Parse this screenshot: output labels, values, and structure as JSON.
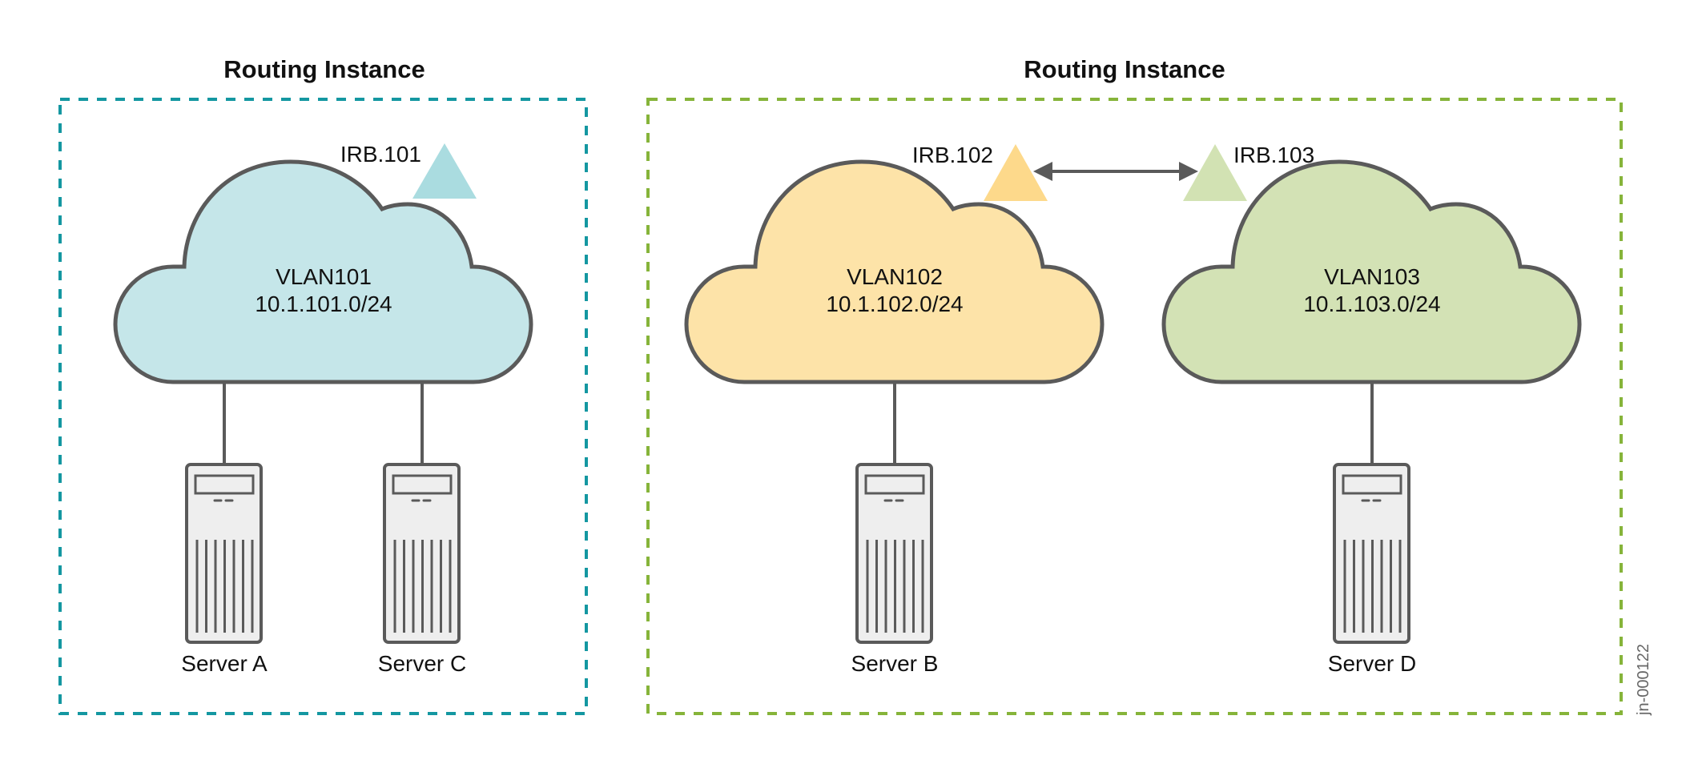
{
  "routing_instances": [
    {
      "title": "Routing Instance",
      "border_color": "#1497a1"
    },
    {
      "title": "Routing Instance",
      "border_color": "#86b43a"
    }
  ],
  "vlans": [
    {
      "name": "VLAN101",
      "subnet": "10.1.101.0/24",
      "irb": "IRB.101",
      "fill": "#c5e6e9",
      "irb_color": "#aadce0",
      "servers": [
        "Server A",
        "Server C"
      ]
    },
    {
      "name": "VLAN102",
      "subnet": "10.1.102.0/24",
      "irb": "IRB.102",
      "fill": "#fde3a8",
      "irb_color": "#fdd98b",
      "servers": [
        "Server B"
      ]
    },
    {
      "name": "VLAN103",
      "subnet": "10.1.103.0/24",
      "irb": "IRB.103",
      "fill": "#d3e2b5",
      "irb_color": "#d2e2b3",
      "servers": [
        "Server D"
      ]
    }
  ],
  "connection": {
    "from": "IRB.102",
    "to": "IRB.103",
    "type": "bidirectional"
  },
  "stroke_color": "#5a5a5a",
  "figure_id": "jn-000122"
}
